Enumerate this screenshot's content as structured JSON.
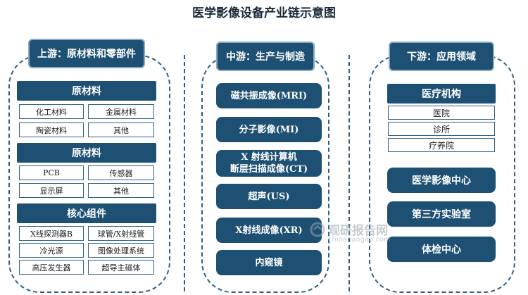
{
  "title": "医学影像设备产业链示意图",
  "upstream": {
    "header": "上游：原材料和零部件",
    "groups": [
      {
        "title": "原材料",
        "items": [
          "化工材料",
          "金属材料",
          "陶瓷材料",
          "其他"
        ]
      },
      {
        "title": "原材料",
        "items": [
          "PCB",
          "传感器",
          "显示屏",
          "其他"
        ]
      },
      {
        "title": "核心组件",
        "items": [
          "X线探测器B",
          "球管/X射线管",
          "冷光源",
          "图像处理系统",
          "高压发生器",
          "超导主磁体"
        ]
      }
    ]
  },
  "midstream": {
    "header": "中游：生产与制造",
    "items": [
      "磁共振成像(MRI)",
      "分子影像(MI)",
      "X 射线计算机",
      "断层扫描成像(CT)",
      "超声(US)",
      "X射线成像(XR)",
      "内窥镜"
    ]
  },
  "downstream": {
    "header": "下游：应用领域",
    "medical": {
      "title": "医疗机构",
      "items": [
        "医院",
        "诊所",
        "疗养院"
      ]
    },
    "others": [
      "医学影像中心",
      "第三方实验室",
      "体检中心"
    ]
  },
  "watermark": {
    "cn": "观研报告网",
    "en": "chinabaogao.com"
  },
  "colors": {
    "primary": "#1e5073",
    "border": "#2f5f86"
  }
}
